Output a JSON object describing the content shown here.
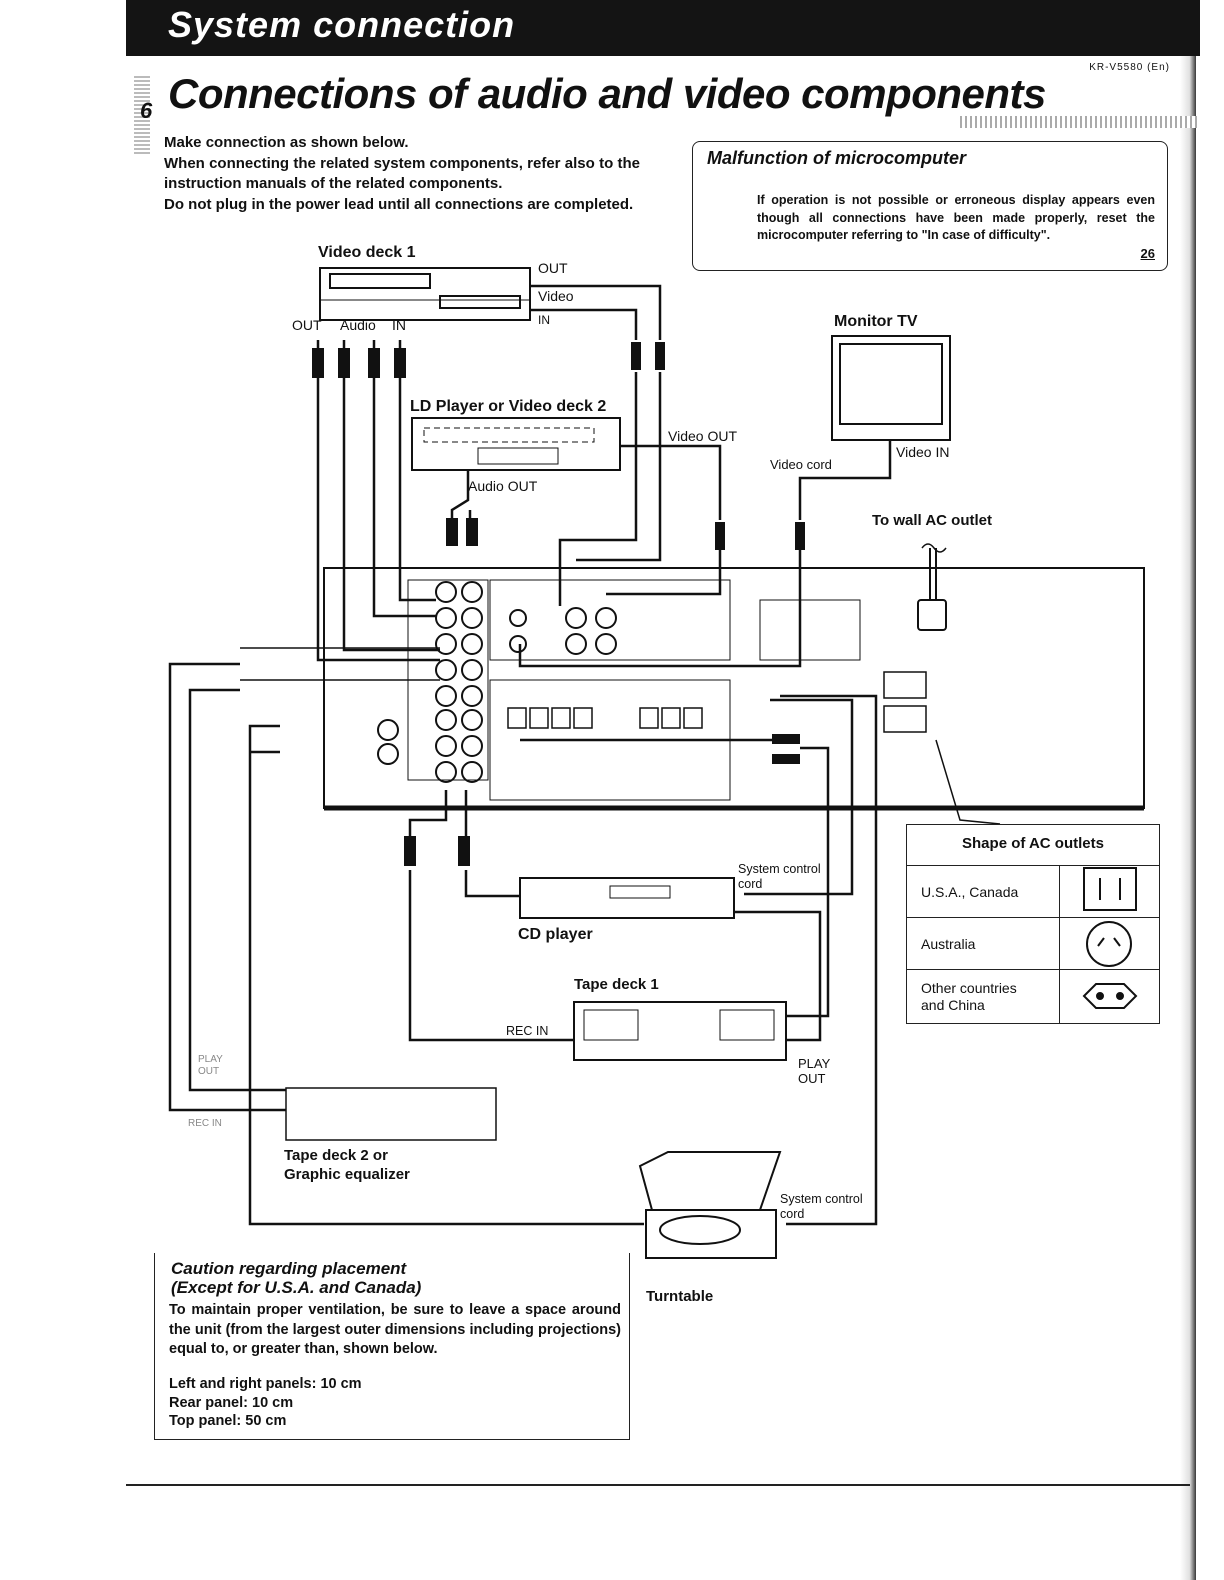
{
  "header": {
    "title": "System connection",
    "model_code": "KR-V5580 (En)"
  },
  "page_number": "6",
  "main_title": "Connections of audio and video components",
  "intro": {
    "p1": "Make connection as shown below.",
    "p2": "When connecting the related system components, refer also to the instruction manuals of the related components.",
    "p3": "Do not plug in the power lead until all connections are completed."
  },
  "malfunction": {
    "title": "Malfunction of microcomputer",
    "text": "If operation is not possible or erroneous display appears even though all connections have been made properly, reset the microcomputer referring to \"In case of difficulty\".",
    "page_ref": "26"
  },
  "diagram_labels": {
    "video_deck_1": "Video deck 1",
    "out_top": "OUT",
    "video": "Video",
    "in_top": "IN",
    "out_audio": "OUT",
    "audio": "Audio",
    "in_audio": "IN",
    "monitor_tv": "Monitor TV",
    "ld_player": "LD Player or Video deck 2",
    "video_out": "Video OUT",
    "audio_out": "Audio OUT",
    "video_in": "Video IN",
    "video_cord": "Video cord",
    "wall_ac": "To wall AC outlet",
    "system_control_cord_1": "System control cord",
    "cd_player": "CD player",
    "tape_deck_1": "Tape deck 1",
    "rec_in": "REC IN",
    "play_out": "PLAY OUT",
    "play_side": "PLAY OUT",
    "rec_side": "REC IN",
    "tape_deck_2": "Tape deck 2 or Graphic equalizer",
    "system_control_cord_2": "System control cord",
    "turntable": "Turntable"
  },
  "ac_outlets": {
    "title": "Shape of AC outlets",
    "rows": [
      {
        "name": "U.S.A., Canada",
        "icon": "usa-outlet-icon"
      },
      {
        "name": "Australia",
        "icon": "australia-outlet-icon"
      },
      {
        "name": "Other countries and China",
        "icon": "europe-outlet-icon"
      }
    ]
  },
  "caution": {
    "title_1": "Caution regarding placement",
    "title_2": "(Except for U.S.A. and Canada)",
    "body": "To maintain proper ventilation, be sure to leave a space around the unit (from the largest outer dimensions including projections) equal to, or greater than, shown below.",
    "items": [
      "Left and right panels: 10 cm",
      "Rear panel: 10 cm",
      "Top panel: 50 cm"
    ]
  }
}
